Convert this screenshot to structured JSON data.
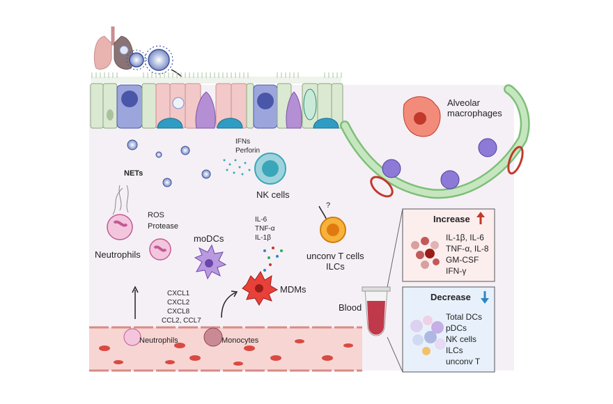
{
  "labels": {
    "nets": "NETs",
    "ifns": "IFNs",
    "perforin": "Perforin",
    "nk_cells": "NK cells",
    "alveolar_macrophages_1": "Alveolar",
    "alveolar_macrophages_2": "macrophages",
    "ros": "ROS",
    "protease": "Protease",
    "neutrophils_tissue": "Neutrophils",
    "modcs": "moDCs",
    "il6": "IL-6",
    "tnfa": "TNF-α",
    "il1b": "IL-1β",
    "mdms": "MDMs",
    "question": "?",
    "unconv_t_1": "unconv T cells",
    "unconv_t_2": "ILCs",
    "cxcl1": "CXCL1",
    "cxcl2": "CXCL2",
    "cxcl8": "CXCL8",
    "ccl": "CCL2, CCL7",
    "neutrophils_vessel": "Neutrophils",
    "monocytes": "Monocytes",
    "blood": "Blood"
  },
  "increase_panel": {
    "title": "Increase",
    "items": [
      "IL-1β, IL-6",
      "TNF-α, IL-8",
      "GM-CSF",
      "IFN-γ"
    ]
  },
  "decrease_panel": {
    "title": "Decrease",
    "items": [
      "Total DCs",
      "pDCs",
      "NK cells",
      "ILCs",
      "unconv T"
    ]
  },
  "colors": {
    "increase_arrow": "#c0392b",
    "decrease_arrow": "#2e86c1",
    "increase_bg": "#fdeeee",
    "decrease_bg": "#e8f1fb",
    "vessel": "#f7d5d2",
    "rbc": "#c0392b",
    "tissue": "#f3eef5"
  }
}
